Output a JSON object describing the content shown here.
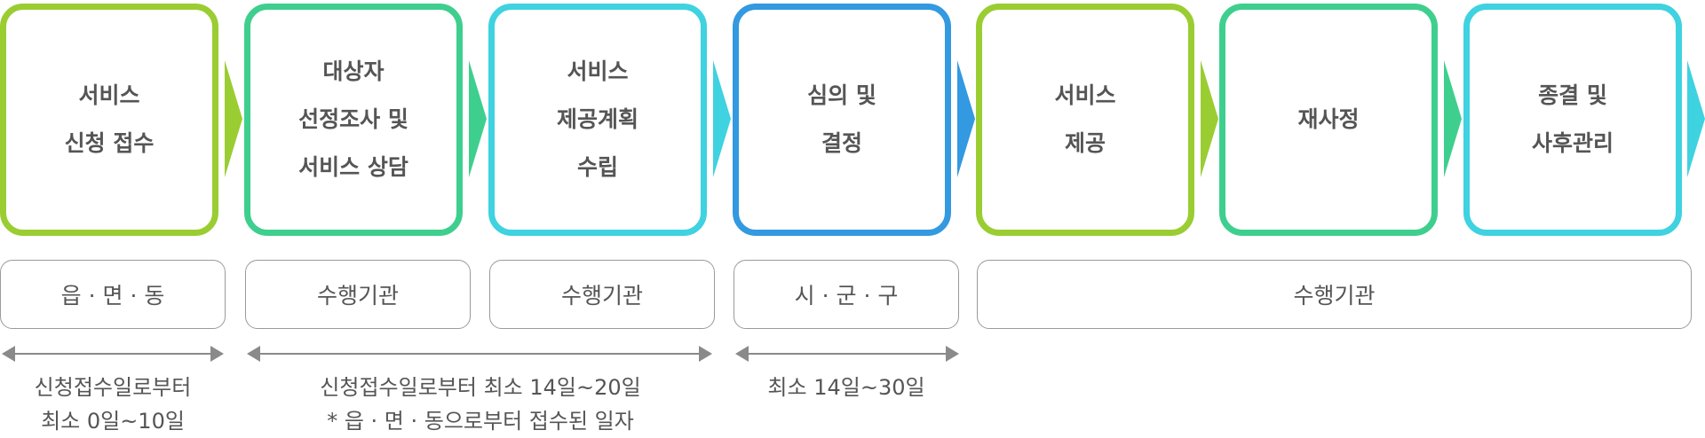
{
  "colors": {
    "lime": "#9acd32",
    "green": "#3ecf8e",
    "cyan": "#3fd2e0",
    "blue": "#3399e0",
    "gray": "#8a8a8a"
  },
  "steps": [
    {
      "lines": [
        "서비스",
        "신청 접수"
      ],
      "color": "#9acd32"
    },
    {
      "lines": [
        "대상자",
        "선정조사 및",
        "서비스 상담"
      ],
      "color": "#3ecf8e"
    },
    {
      "lines": [
        "서비스",
        "제공계획",
        "수립"
      ],
      "color": "#3fd2e0"
    },
    {
      "lines": [
        "심의 및",
        "결정"
      ],
      "color": "#3399e0"
    },
    {
      "lines": [
        "서비스",
        "제공"
      ],
      "color": "#9acd32"
    },
    {
      "lines": [
        "재사정"
      ],
      "color": "#3ecf8e"
    },
    {
      "lines": [
        "종결 및",
        "사후관리"
      ],
      "color": "#3fd2e0"
    }
  ],
  "agencies": [
    "읍 · 면 · 동",
    "수행기관",
    "수행기관",
    "시 · 군 · 구",
    "수행기관"
  ],
  "timelines": [
    {
      "lines": [
        "신청접수일로부터",
        "최소 0일~10일"
      ]
    },
    {
      "lines": [
        "신청접수일로부터 최소 14일~20일",
        "* 읍 · 면 · 동으로부터 접수된 일자"
      ]
    },
    {
      "lines": [
        "최소 14일~30일"
      ]
    }
  ]
}
